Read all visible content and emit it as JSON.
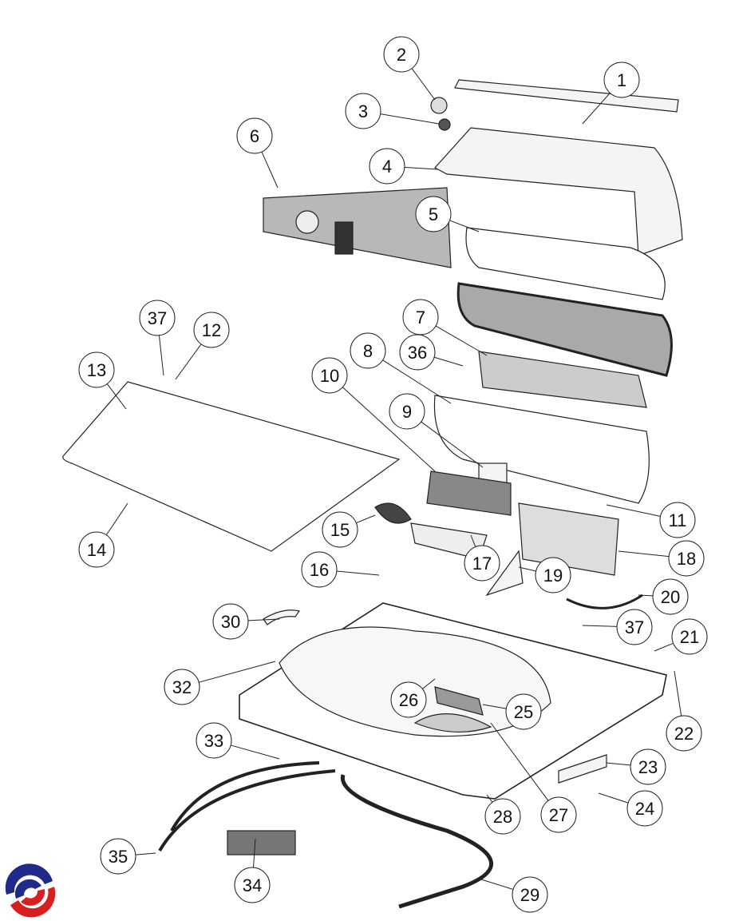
{
  "diagram": {
    "type": "exploded-parts-view",
    "callouts": [
      "1",
      "2",
      "3",
      "4",
      "5",
      "6",
      "7",
      "36",
      "8",
      "10",
      "9",
      "11",
      "37",
      "12",
      "13",
      "14",
      "15",
      "16",
      "17",
      "18",
      "19",
      "20",
      "37",
      "21",
      "22",
      "23",
      "24",
      "25",
      "26",
      "27",
      "28",
      "29",
      "30",
      "32",
      "33",
      "34",
      "35"
    ]
  },
  "logo": {
    "name": "brand-logo",
    "colors": [
      "#1f2a8a",
      "#d81e1e"
    ]
  },
  "colors": {
    "line": "#222222",
    "part_fill": "#f4f4f4",
    "panel_fill": "#b8b8b8",
    "glass_fill": "#a9a9a9"
  }
}
